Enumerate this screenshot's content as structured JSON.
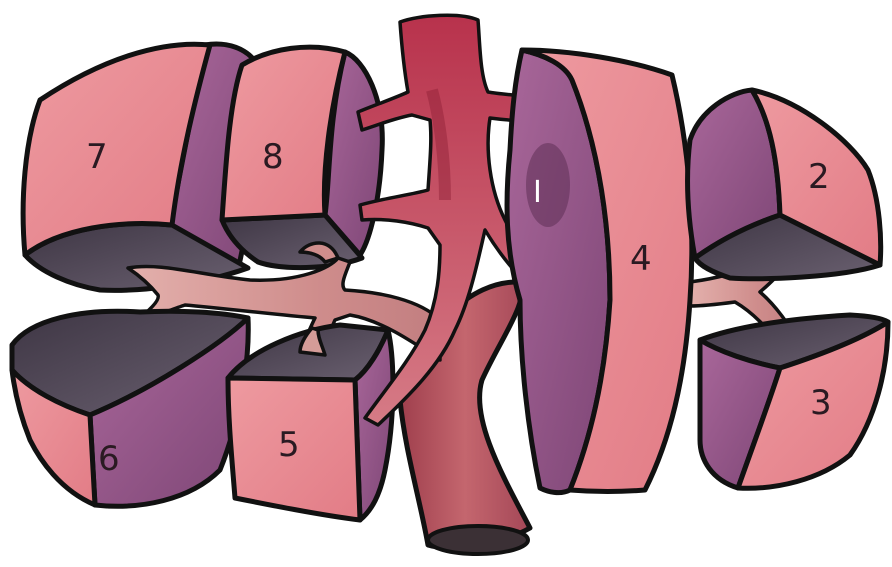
{
  "segments": [
    {
      "id": "1",
      "label": "I"
    },
    {
      "id": "2",
      "label": "2"
    },
    {
      "id": "3",
      "label": "3"
    },
    {
      "id": "4",
      "label": "4"
    },
    {
      "id": "5",
      "label": "5"
    },
    {
      "id": "6",
      "label": "6"
    },
    {
      "id": "7",
      "label": "7"
    },
    {
      "id": "8",
      "label": "8"
    }
  ],
  "colors": {
    "surface_pink": "#e6868f",
    "surface_pink_light": "#eea3a6",
    "side_purple": "#9a5a8e",
    "side_purple_dark": "#7b4474",
    "cut_grey": "#4e4552",
    "vessel_light": "#d89a98",
    "vessel_dark": "#a3354a",
    "vena_cava": "#b4535e"
  }
}
